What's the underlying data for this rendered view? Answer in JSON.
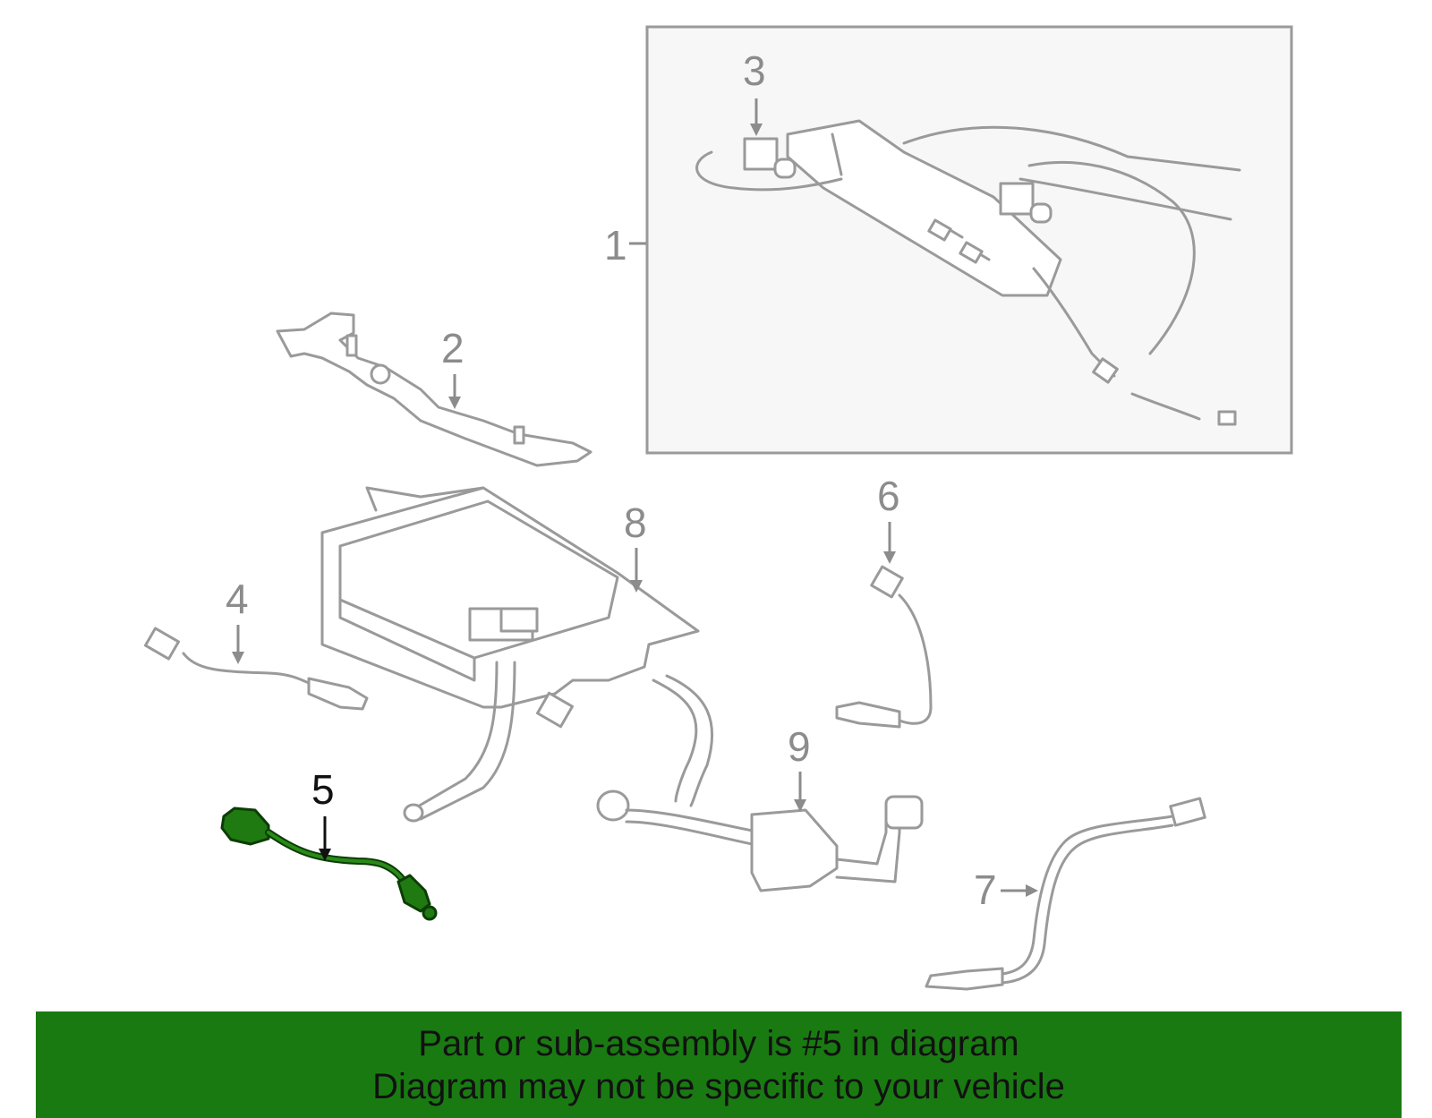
{
  "colors": {
    "banner_background": "#1a7a12",
    "highlight_part": "#1f7a12",
    "callout_text": "#8c8c8c",
    "active_callout_text": "#111111",
    "part_outline": "#9a9a9a",
    "inset_background": "#f7f7f7"
  },
  "callouts": {
    "c1": "1",
    "c2": "2",
    "c3": "3",
    "c4": "4",
    "c5": "5",
    "c6": "6",
    "c7": "7",
    "c8": "8",
    "c9": "9"
  },
  "highlighted_callout": "5",
  "banner": {
    "line1": "Part or sub-assembly is #5 in diagram",
    "line2": "Diagram may not be specific to your vehicle"
  }
}
